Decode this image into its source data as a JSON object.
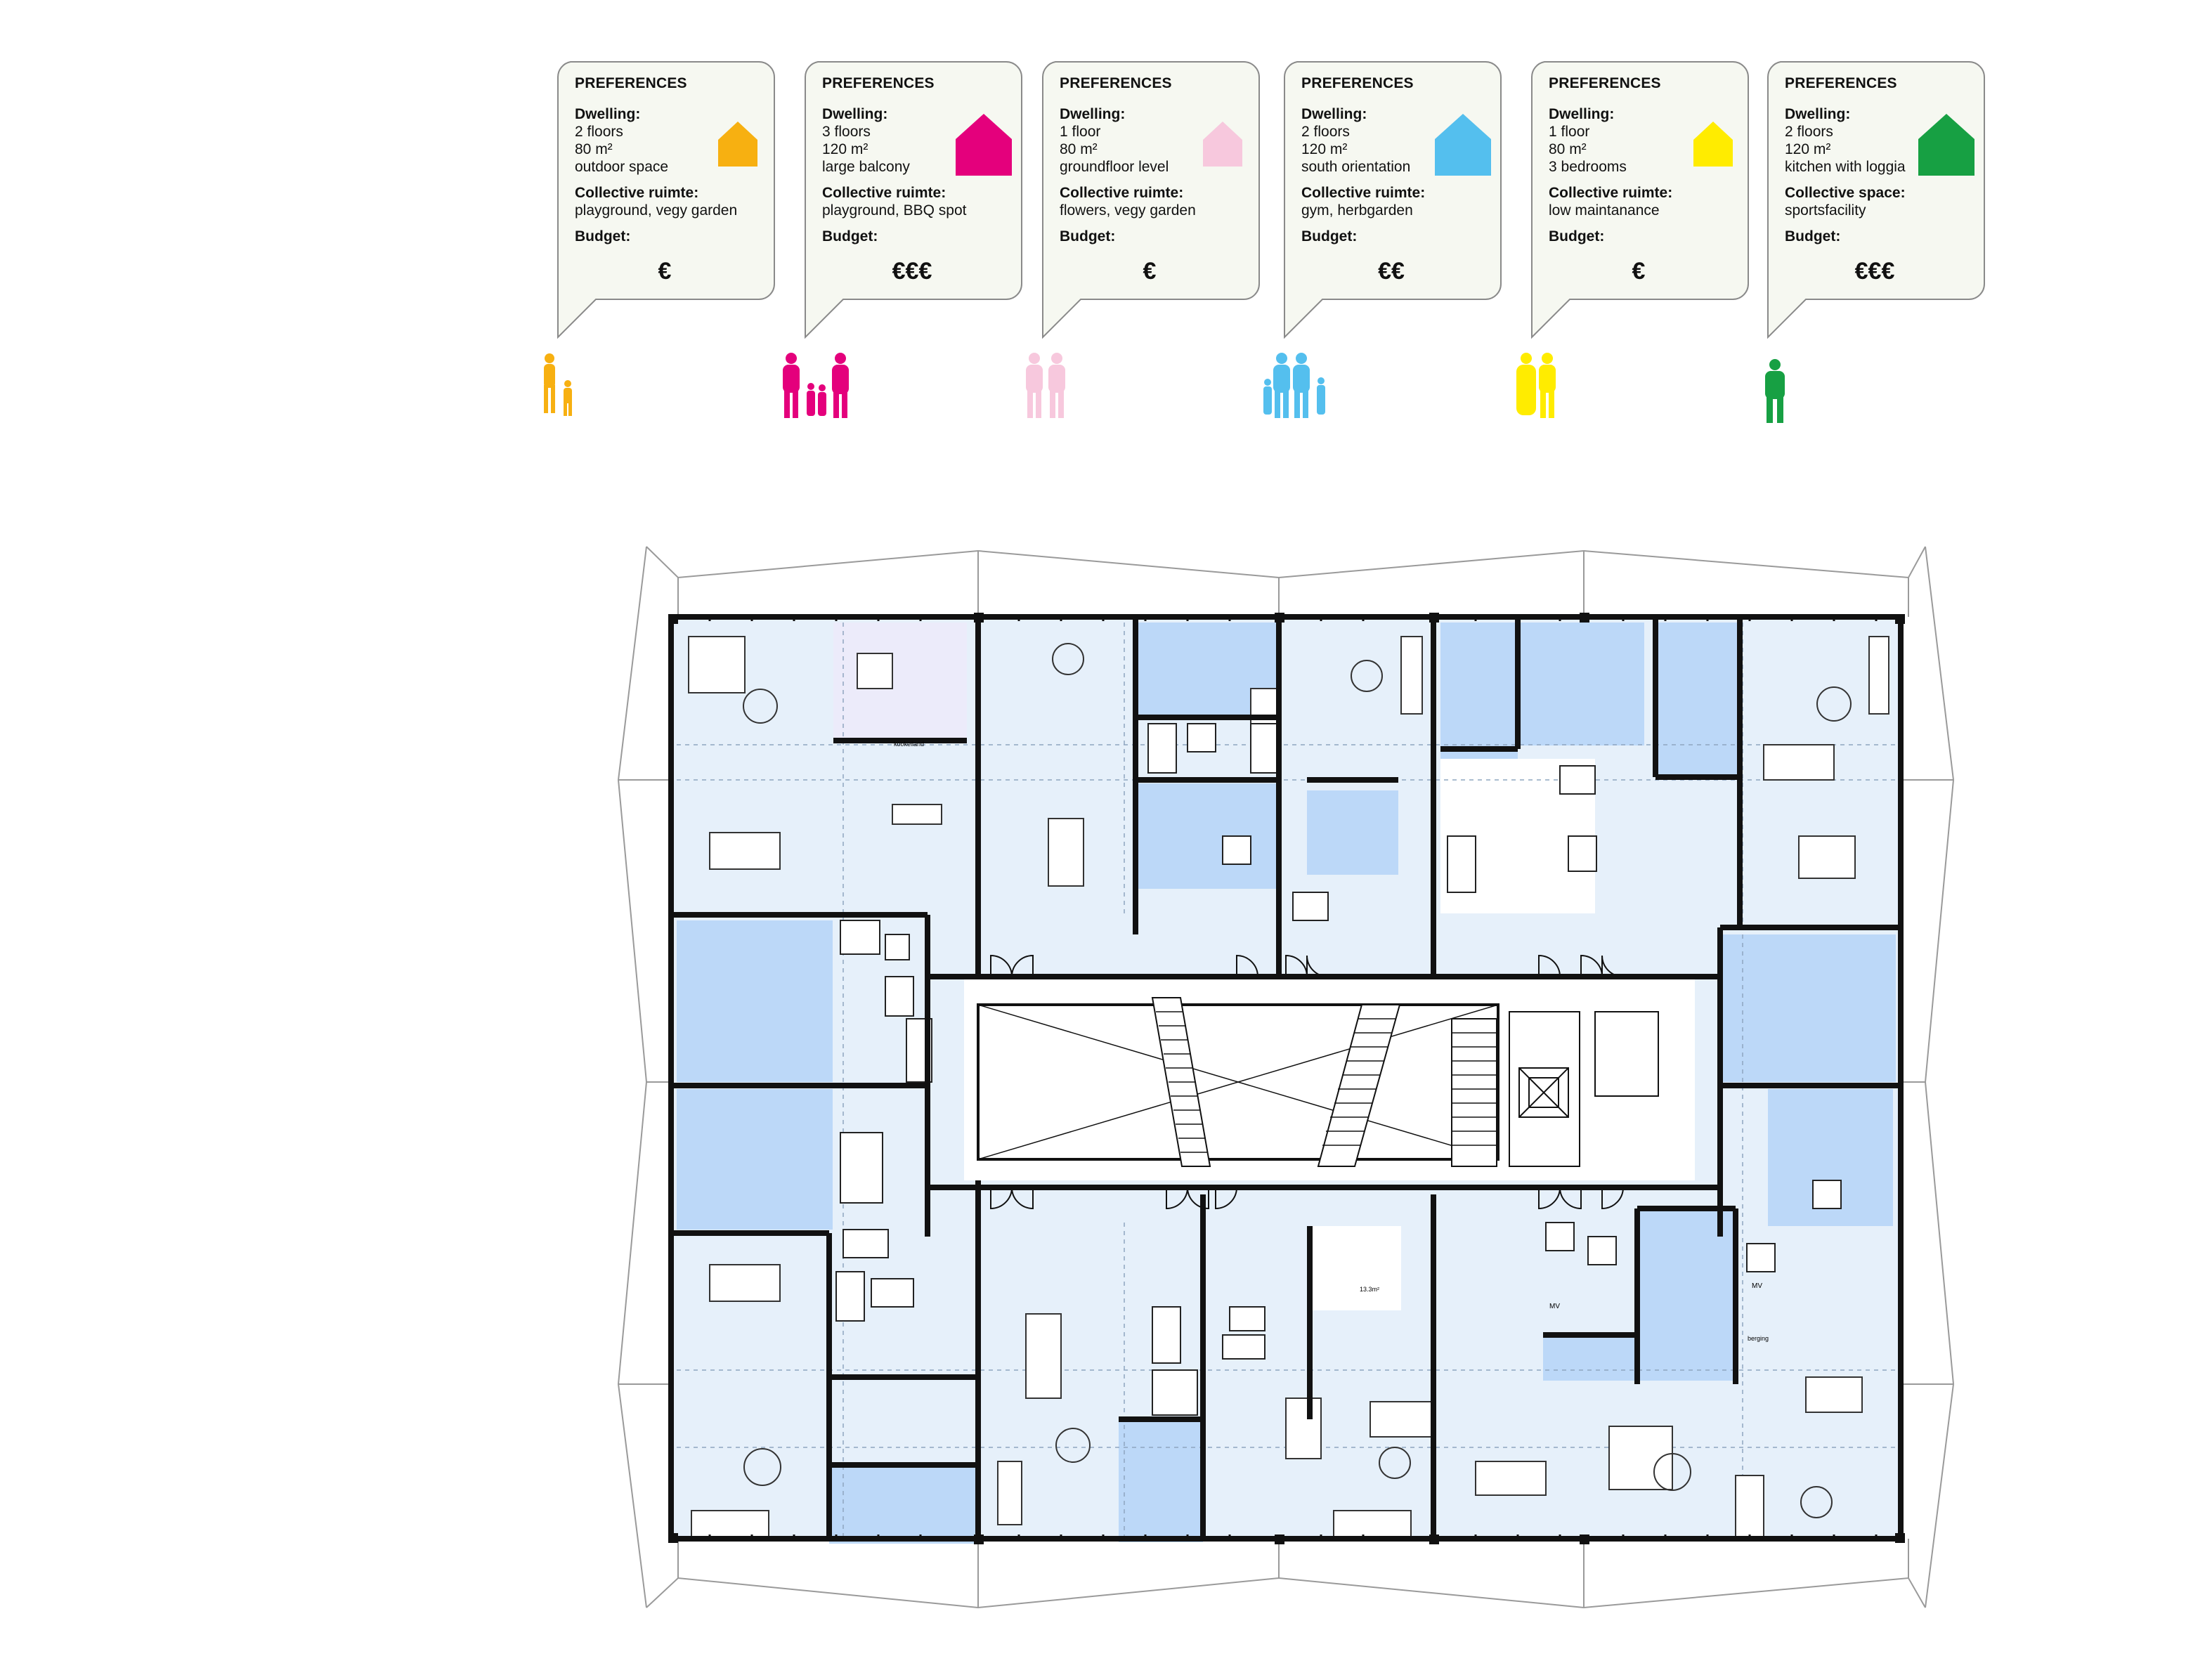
{
  "colors": {
    "wall": "#111111",
    "room_light": "#e6f0fa",
    "room_blue": "#bcd8f8",
    "room_lilac": "#ecebfa",
    "card_bg": "#f6f8f1",
    "card_border": "#888888"
  },
  "preferences": [
    {
      "heading": "PREFERENCES",
      "dwelling_label": "Dwelling:",
      "dwelling": [
        "2 floors",
        "80 m²",
        "outdoor space"
      ],
      "collective_label": "Collective ruimte:",
      "collective": "playground, vegy garden",
      "budget_label": "Budget:",
      "budget": "€",
      "color": "#f7b011",
      "house_icon": "house-icon",
      "people_icon": "parent-child-figures"
    },
    {
      "heading": "PREFERENCES",
      "dwelling_label": "Dwelling:",
      "dwelling": [
        "3 floors",
        "120 m²",
        "large balcony"
      ],
      "collective_label": "Collective ruimte:",
      "collective": "playground, BBQ spot",
      "budget_label": "Budget:",
      "budget": "€€€",
      "color": "#e4007c",
      "house_icon": "house-icon",
      "people_icon": "family-figures"
    },
    {
      "heading": "PREFERENCES",
      "dwelling_label": "Dwelling:",
      "dwelling": [
        "1 floor",
        "80 m²",
        "groundfloor level"
      ],
      "collective_label": "Collective ruimte:",
      "collective": "flowers, vegy garden",
      "budget_label": "Budget:",
      "budget": "€",
      "color": "#f7c8dd",
      "house_icon": "house-icon",
      "people_icon": "couple-figures"
    },
    {
      "heading": "PREFERENCES",
      "dwelling_label": "Dwelling:",
      "dwelling": [
        "2 floors",
        "120 m²",
        "south orientation"
      ],
      "collective_label": "Collective ruimte:",
      "collective": "gym, herbgarden",
      "budget_label": "Budget:",
      "budget": "€€",
      "color": "#54bfee",
      "house_icon": "house-icon",
      "people_icon": "family-figures"
    },
    {
      "heading": "PREFERENCES",
      "dwelling_label": "Dwelling:",
      "dwelling": [
        "1 floor",
        "80 m²",
        "3 bedrooms"
      ],
      "collective_label": "Collective ruimte:",
      "collective": "low maintanance",
      "budget_label": "Budget:",
      "budget": "€",
      "color": "#ffec00",
      "house_icon": "house-icon",
      "people_icon": "couple-figures"
    },
    {
      "heading": "PREFERENCES",
      "dwelling_label": "Dwelling:",
      "dwelling": [
        "2 floors",
        "120 m²",
        "kitchen with loggia"
      ],
      "collective_label": "Collective space:",
      "collective": "sportsfacility",
      "budget_label": "Budget:",
      "budget": "€€€",
      "color": "#17a043",
      "house_icon": "house-icon",
      "people_icon": "single-figure"
    }
  ],
  "plan": {
    "kitchen_label": "kookeiland",
    "room_area_label": "13.3m²",
    "mv_label": "MV",
    "berging_label": "berging"
  }
}
